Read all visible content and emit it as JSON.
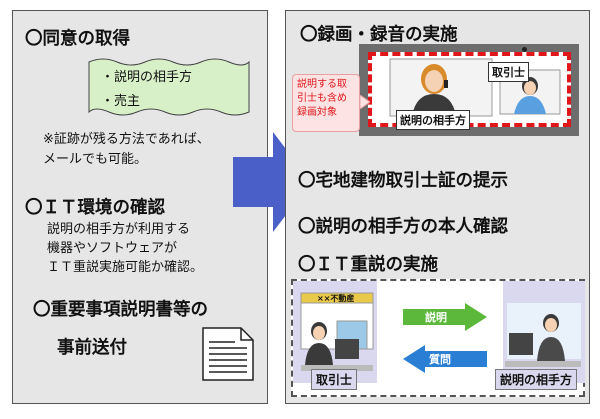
{
  "left": {
    "consent_heading": "〇同意の取得",
    "consent_items": [
      "・説明の相手方",
      "・売主"
    ],
    "note_lines": [
      "※証跡が残る方法であれば、",
      "メールでも可能。"
    ],
    "it_check_heading": "〇ＩＴ環境の確認",
    "it_check_lines": [
      "説明の相手方が利用する",
      "機器やソフトウェアが",
      "ＩＴ重説実施可能か確認。"
    ],
    "advance_heading_lines": [
      "〇重要事項説明書等の",
      "事前送付"
    ]
  },
  "right": {
    "recording_heading": "〇録画・録音の実施",
    "recording_note_lines": [
      "説明する取",
      "引士も含め",
      "録画対象"
    ],
    "agent_tag": "取引士",
    "counterpart_tag": "説明の相手方",
    "license_heading": "〇宅地建物取引士証の提示",
    "identity_heading": "〇説明の相手方の本人確認",
    "it_heading": "〇ＩＴ重説の実施",
    "office_sign": "××不動産",
    "explain_label": "説明",
    "question_label": "質問",
    "bottom_agent_label": "取引士",
    "bottom_counterpart_label": "説明の相手方"
  },
  "colors": {
    "panel_bg": "#e6e6e6",
    "arrow_blue": "#4a5fc7",
    "record_red": "#e0161b",
    "explain_green": "#5cb83a",
    "question_blue": "#2a7fd4",
    "scroll_green": "#d7f0c8"
  }
}
